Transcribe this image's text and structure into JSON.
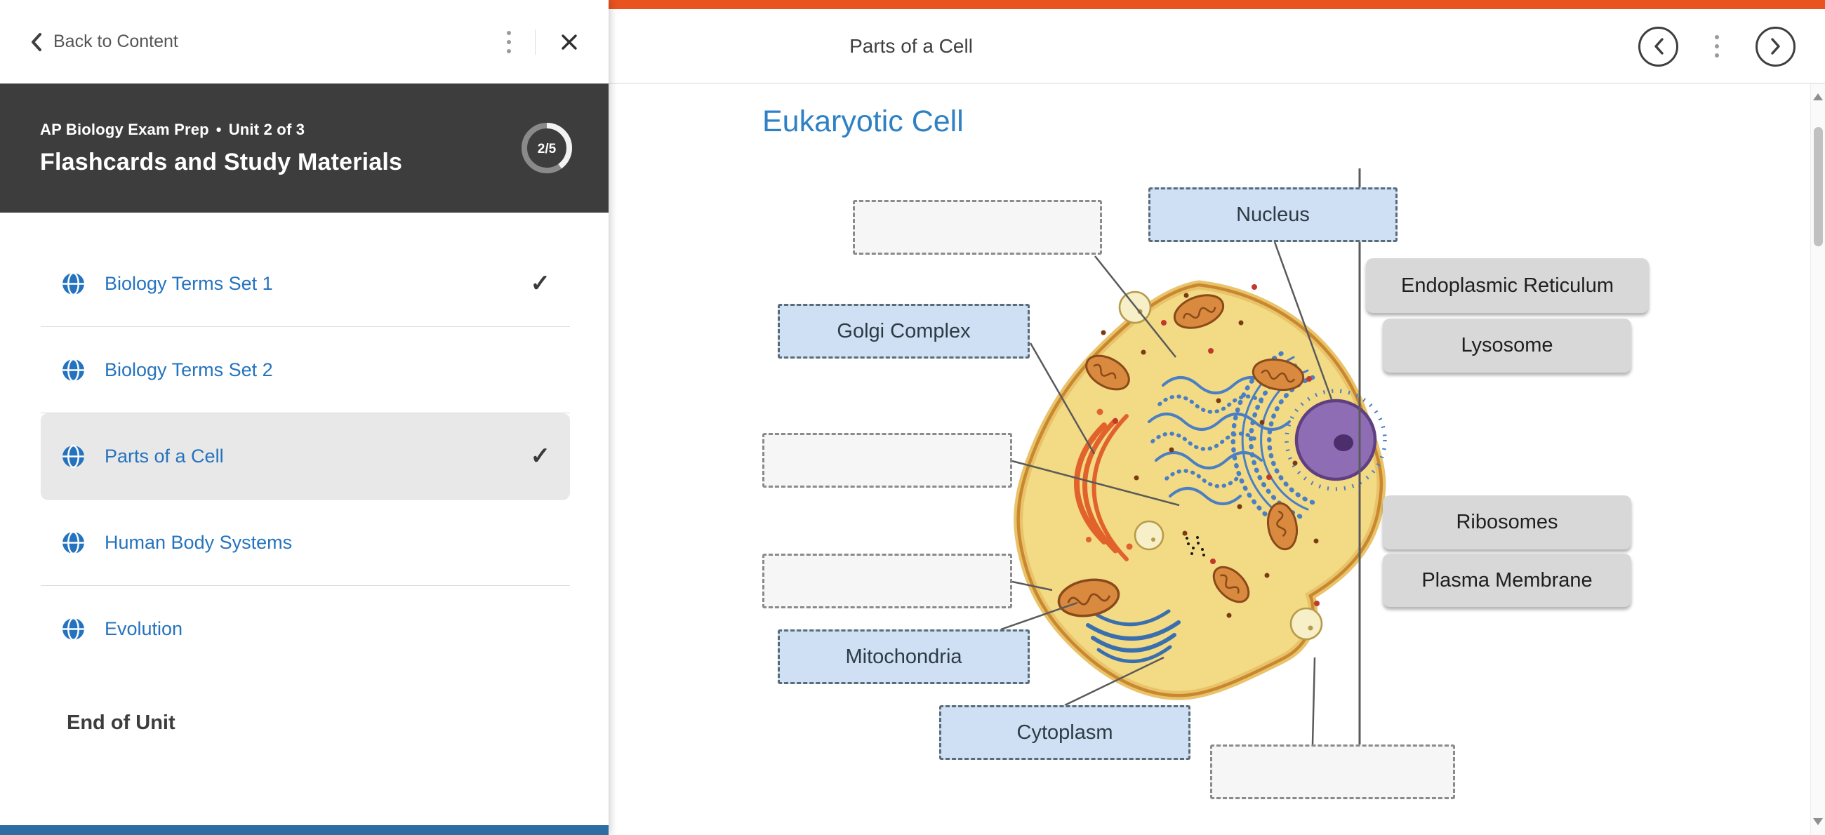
{
  "colors": {
    "accent": "#E8531F",
    "link": "#2573BE",
    "heading": "#2E81C4",
    "dark_bg": "#3D3D3D",
    "selected_bg": "#E8E8E8",
    "chip_placed_bg": "#CFE0F4",
    "chip_bank_bg": "#D8D8D8",
    "footer_bar": "#2D6DA3"
  },
  "sidebar": {
    "back_label": "Back to Content",
    "unit_header": {
      "course": "AP Biology Exam Prep",
      "bullet": "•",
      "unit": "Unit 2 of 3",
      "title": "Flashcards and Study Materials",
      "progress_label": "2/5"
    },
    "items": [
      {
        "label": "Biology Terms Set 1",
        "completed": true,
        "selected": false
      },
      {
        "label": "Biology Terms Set 2",
        "completed": false,
        "selected": false
      },
      {
        "label": "Parts of a Cell",
        "completed": true,
        "selected": true
      },
      {
        "label": "Human Body Systems",
        "completed": false,
        "selected": false
      },
      {
        "label": "Evolution",
        "completed": false,
        "selected": false
      }
    ],
    "end_label": "End of Unit"
  },
  "topbar": {
    "title": "Parts of a Cell"
  },
  "exercise": {
    "heading": "Eukaryotic Cell",
    "placed": [
      "Nucleus",
      "Golgi Complex",
      "Mitochondria",
      "Cytoplasm"
    ],
    "bank": [
      "Endoplasmic Reticulum",
      "Lysosome",
      "Ribosomes",
      "Plasma Membrane"
    ]
  }
}
